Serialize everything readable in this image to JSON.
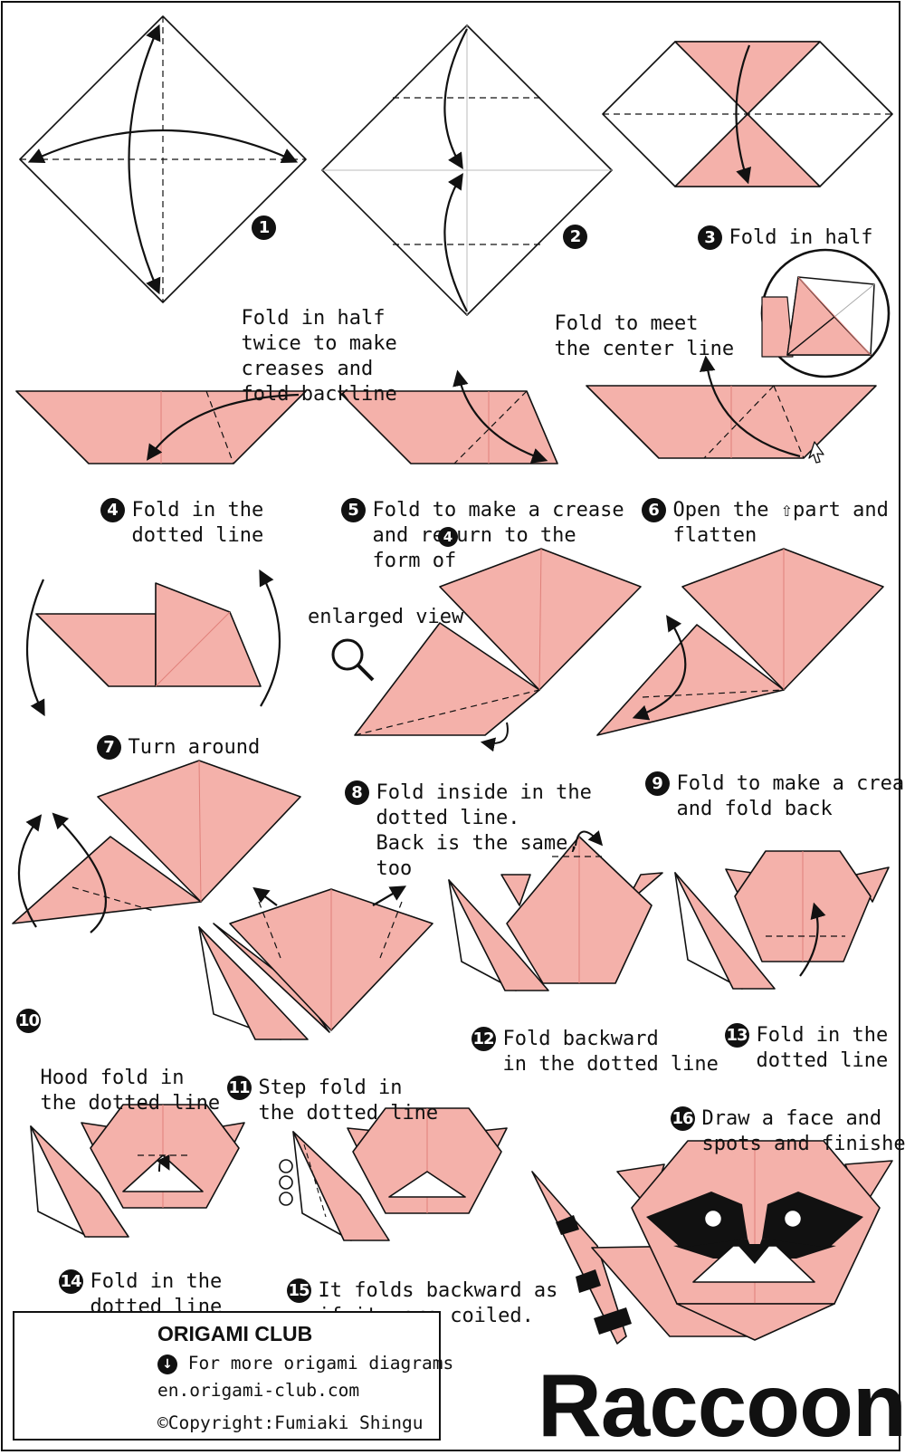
{
  "colors": {
    "paper": "#f4b1aa",
    "line": "#111111",
    "crease": "#e0807a"
  },
  "steps": [
    {
      "number": "1",
      "text": "Fold in half\ntwice to make\ncreases and\nfold backline"
    },
    {
      "number": "2",
      "text": "Fold to meet\nthe center line"
    },
    {
      "number": "3",
      "text": "Fold in half"
    },
    {
      "number": "4",
      "text": "Fold in the\ndotted line"
    },
    {
      "number": "5",
      "text": "Fold to make a crease\nand return to the\nform of",
      "ref": "4"
    },
    {
      "number": "6",
      "text": "Open the ⇧part and\nflatten"
    },
    {
      "number": "7",
      "text": "Turn around"
    },
    {
      "number": "8",
      "text": "Fold inside in the\ndotted line.\nBack is the same,\ntoo"
    },
    {
      "number": "9",
      "text": "Fold to make a crease\nand fold back"
    },
    {
      "number": "10",
      "text": "Hood fold in\nthe dotted line"
    },
    {
      "number": "11",
      "text": "Step fold in\nthe dotted line"
    },
    {
      "number": "12",
      "text": "Fold backward\n in the dotted line"
    },
    {
      "number": "13",
      "text": "Fold in the\ndotted line"
    },
    {
      "number": "14",
      "text": "Fold in the\ndotted line"
    },
    {
      "number": "15",
      "text": "It folds backward as\nif it were coiled."
    },
    {
      "number": "16",
      "text": "Draw a face and\nspots and finished"
    }
  ],
  "enlarged_view": "enlarged view",
  "icons": [
    "magnifier-icon",
    "qr-code-icon",
    "download-arrow-icon"
  ],
  "footer": {
    "brand": "ORIGAMI CLUB",
    "more": "For more origami diagrams",
    "site": "en.origami-club.com",
    "copyright": "©Copyright:Fumiaki Shingu"
  },
  "title": "Raccoon"
}
